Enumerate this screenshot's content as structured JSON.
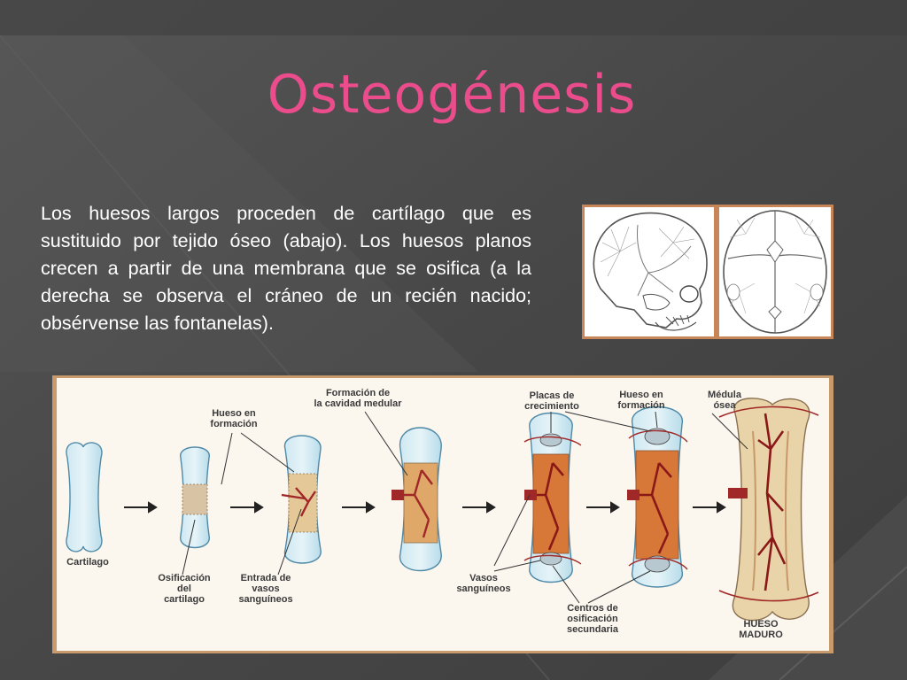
{
  "slide": {
    "title": "Osteogénesis",
    "body": "Los huesos largos proceden de cartílago que es sustituido por tejido óseo (abajo). Los huesos planos crecen a partir de una membrana que se osifica (a la derecha se observa el cráneo de un recién nacido; obsérvense las fontanelas).",
    "colors": {
      "title": "#ea4c8c",
      "background": "#4a4a4a",
      "text": "#ffffff"
    }
  },
  "diagram": {
    "labels": {
      "hueso_formacion_1": "Hueso en\nformación",
      "formacion_cavidad": "Formación de\nla cavidad medular",
      "placas": "Placas de\ncrecimiento",
      "hueso_formacion_2": "Hueso en\nformación",
      "medula": "Médula\nósea",
      "cartilago": "Cartilago",
      "osificacion": "Osificación\ndel\ncartilago",
      "entrada": "Entrada de\nvasos\nsanguíneos",
      "vasos": "Vasos\nsanguíneos",
      "centros": "Centros de\nosificación\nsecundaria",
      "hueso_maduro": "HUESO\nMADURO"
    }
  }
}
